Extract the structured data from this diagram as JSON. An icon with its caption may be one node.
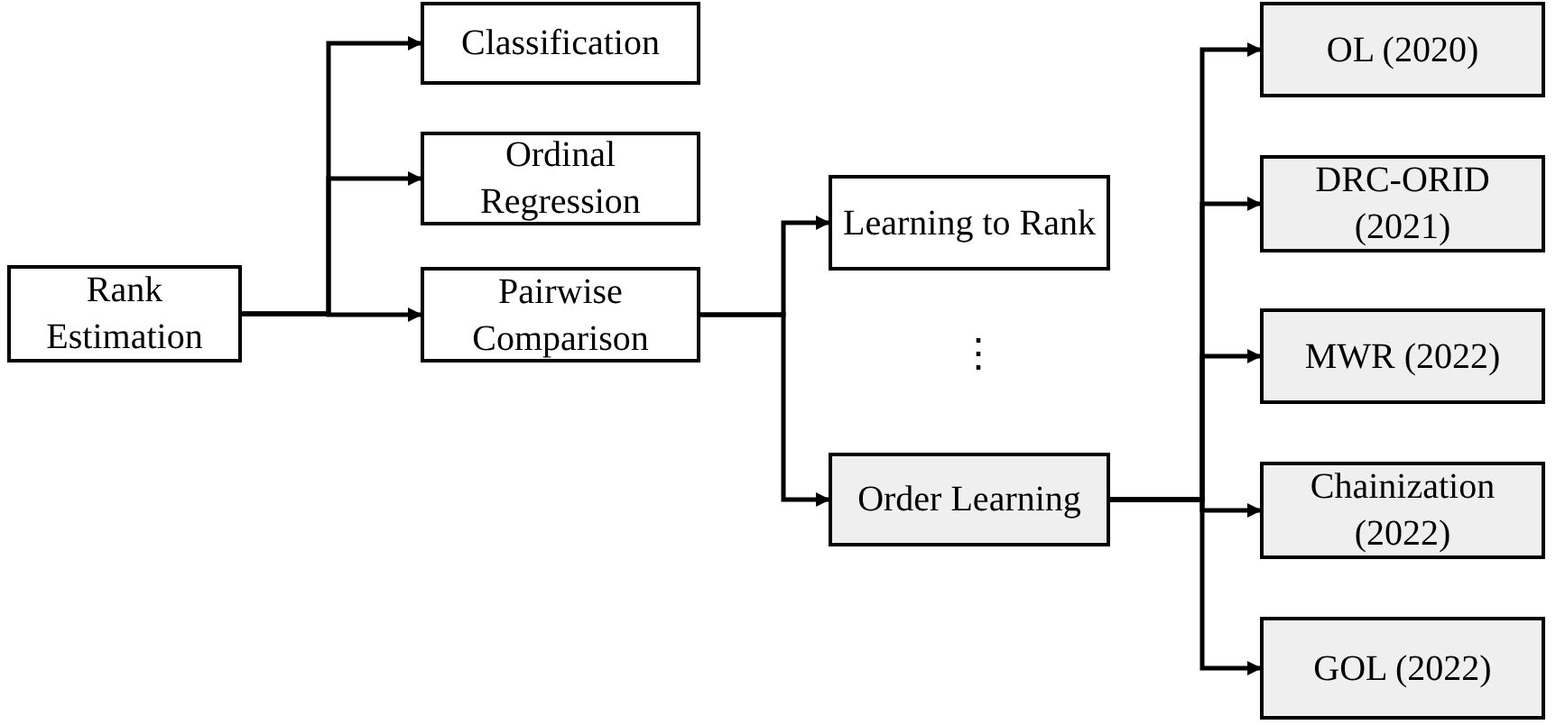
{
  "diagram": {
    "nodes": [
      {
        "text": [
          "Rank Estimation"
        ]
      },
      {
        "text": [
          "Classification"
        ]
      },
      {
        "text": [
          "Ordinal Regression"
        ]
      },
      {
        "text": [
          "Pairwise Comparison"
        ]
      },
      {
        "text": [
          "Learning to Rank"
        ]
      },
      {
        "text": [
          "Order Learning"
        ]
      },
      {
        "text": [
          "OL (2020)"
        ]
      },
      {
        "text": [
          "DRC-ORID (2021)"
        ]
      },
      {
        "text": [
          "MWR (2022)"
        ]
      },
      {
        "text": [
          "Chainization (2022)"
        ]
      },
      {
        "text": [
          "GOL (2022)"
        ]
      }
    ],
    "edges": [
      {
        "from": 0,
        "to": 1,
        "arrow": "to"
      },
      {
        "from": 0,
        "to": 2,
        "arrow": "to"
      },
      {
        "from": 0,
        "to": 3,
        "arrow": "to"
      },
      {
        "from": 3,
        "to": 4,
        "arrow": "to"
      },
      {
        "from": 3,
        "to": 5,
        "arrow": "to"
      },
      {
        "from": 5,
        "to": 6,
        "arrow": "to"
      },
      {
        "from": 5,
        "to": 7,
        "arrow": "to"
      },
      {
        "from": 5,
        "to": 8,
        "arrow": "to"
      },
      {
        "from": 5,
        "to": 9,
        "arrow": "to"
      },
      {
        "from": 5,
        "to": 10,
        "arrow": "to"
      }
    ],
    "labels": [
      "⋮"
    ]
  }
}
